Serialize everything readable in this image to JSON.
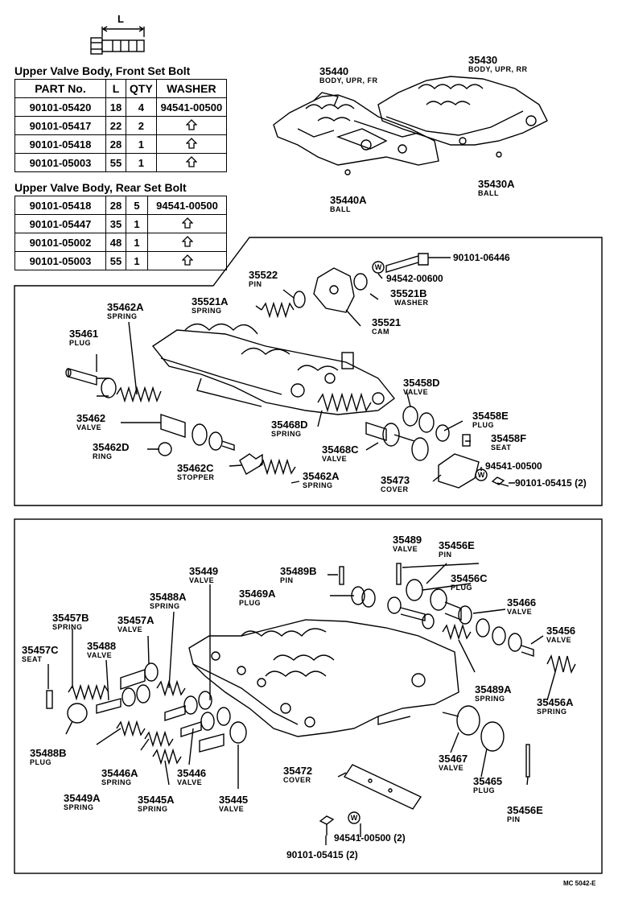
{
  "front_table": {
    "title": "Upper Valve Body, Front Set Bolt",
    "headers": [
      "PART No.",
      "L",
      "QTY",
      "WASHER"
    ],
    "rows": [
      [
        "90101-05420",
        "18",
        "4",
        "94541-00500"
      ],
      [
        "90101-05417",
        "22",
        "2",
        ""
      ],
      [
        "90101-05418",
        "28",
        "1",
        ""
      ],
      [
        "90101-05003",
        "55",
        "1",
        ""
      ]
    ]
  },
  "rear_table": {
    "title": "Upper Valve Body, Rear Set Bolt",
    "rows": [
      [
        "90101-05418",
        "28",
        "5",
        "94541-00500"
      ],
      [
        "90101-05447",
        "35",
        "1",
        ""
      ],
      [
        "90101-05002",
        "48",
        "1",
        ""
      ],
      [
        "90101-05003",
        "55",
        "1",
        ""
      ]
    ]
  },
  "bolt_dim_label": "L",
  "top_parts": {
    "p35440": {
      "num": "35440",
      "name": "BODY, UPR, FR"
    },
    "p35430": {
      "num": "35430",
      "name": "BODY, UPR, RR"
    },
    "p35440a": {
      "num": "35440A",
      "name": "BALL"
    },
    "p35430a": {
      "num": "35430A",
      "name": "BALL"
    }
  },
  "mid_parts": {
    "p35522": {
      "num": "35522",
      "name": "PIN"
    },
    "p35521a": {
      "num": "35521A",
      "name": "SPRING"
    },
    "p35521b": {
      "num": "35521B",
      "name": "WASHER"
    },
    "p35521": {
      "num": "35521",
      "name": "CAM"
    },
    "p35462a_top": {
      "num": "35462A",
      "name": "SPRING"
    },
    "p35461": {
      "num": "35461",
      "name": "PLUG"
    },
    "p35462": {
      "num": "35462",
      "name": "VALVE"
    },
    "p35462d": {
      "num": "35462D",
      "name": "RING"
    },
    "p35462c": {
      "num": "35462C",
      "name": "STOPPER"
    },
    "p35462a_bot": {
      "num": "35462A",
      "name": "SPRING"
    },
    "p35468d": {
      "num": "35468D",
      "name": "SPRING"
    },
    "p35468c": {
      "num": "35468C",
      "name": "VALVE"
    },
    "p35473": {
      "num": "35473",
      "name": "COVER"
    },
    "p35458d": {
      "num": "35458D",
      "name": "VALVE"
    },
    "p35458e": {
      "num": "35458E",
      "name": "PLUG"
    },
    "p35458f": {
      "num": "35458F",
      "name": "SEAT"
    },
    "bolt_06446": "90101-06446",
    "washer_00600": "94542-00600",
    "washer_00500": "94541-00500",
    "bolt_05415": "90101-05415 (2)"
  },
  "bottom_parts": {
    "p35489": {
      "num": "35489",
      "name": "VALVE"
    },
    "p35456e_top": {
      "num": "35456E",
      "name": "PIN"
    },
    "p35489b": {
      "num": "35489B",
      "name": "PIN"
    },
    "p35449": {
      "num": "35449",
      "name": "VALVE"
    },
    "p35469a": {
      "num": "35469A",
      "name": "PLUG"
    },
    "p35456c": {
      "num": "35456C",
      "name": "PLUG"
    },
    "p35488a": {
      "num": "35488A",
      "name": "SPRING"
    },
    "p35466": {
      "num": "35466",
      "name": "VALVE"
    },
    "p35457b": {
      "num": "35457B",
      "name": "SPRING"
    },
    "p35457a": {
      "num": "35457A",
      "name": "VALVE"
    },
    "p35456": {
      "num": "35456",
      "name": "VALVE"
    },
    "p35457c": {
      "num": "35457C",
      "name": "SEAT"
    },
    "p35488": {
      "num": "35488",
      "name": "VALVE"
    },
    "p35489a": {
      "num": "35489A",
      "name": "SPRING"
    },
    "p35456a": {
      "num": "35456A",
      "name": "SPRING"
    },
    "p35488b": {
      "num": "35488B",
      "name": "PLUG"
    },
    "p35467": {
      "num": "35467",
      "name": "VALVE"
    },
    "p35465": {
      "num": "35465",
      "name": "PLUG"
    },
    "p35446a": {
      "num": "35446A",
      "name": "SPRING"
    },
    "p35446": {
      "num": "35446",
      "name": "VALVE"
    },
    "p35472": {
      "num": "35472",
      "name": "COVER"
    },
    "p35456e_bot": {
      "num": "35456E",
      "name": "PIN"
    },
    "p35449a": {
      "num": "35449A",
      "name": "SPRING"
    },
    "p35445a": {
      "num": "35445A",
      "name": "SPRING"
    },
    "p35445": {
      "num": "35445",
      "name": "VALVE"
    },
    "washer_00500": "94541-00500 (2)",
    "bolt_05415": "90101-05415 (2)"
  },
  "washer_symbol": "W",
  "footer_code": "MC 5042-E"
}
